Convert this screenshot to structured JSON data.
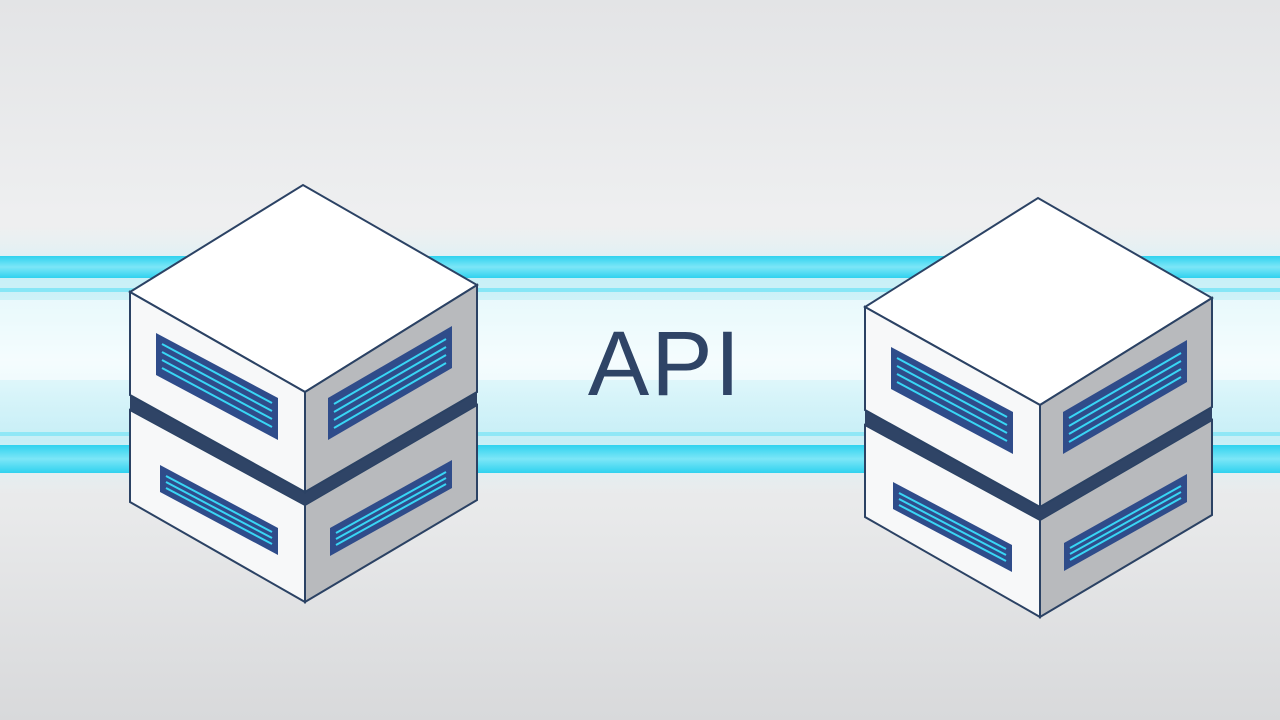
{
  "label": "API",
  "colors": {
    "background": "#e8e9eb",
    "beam": "#36d8f2",
    "outline": "#2b4264",
    "box_top": "#ffffff",
    "box_left": "#f7f8f9",
    "box_right": "#b8babd",
    "box_gap": "#2f4466",
    "vent_fill": "#2f4c8a",
    "vent_line": "#38d6f5"
  },
  "servers": [
    {
      "name": "left-server",
      "units": 2
    },
    {
      "name": "right-server",
      "units": 2
    }
  ]
}
